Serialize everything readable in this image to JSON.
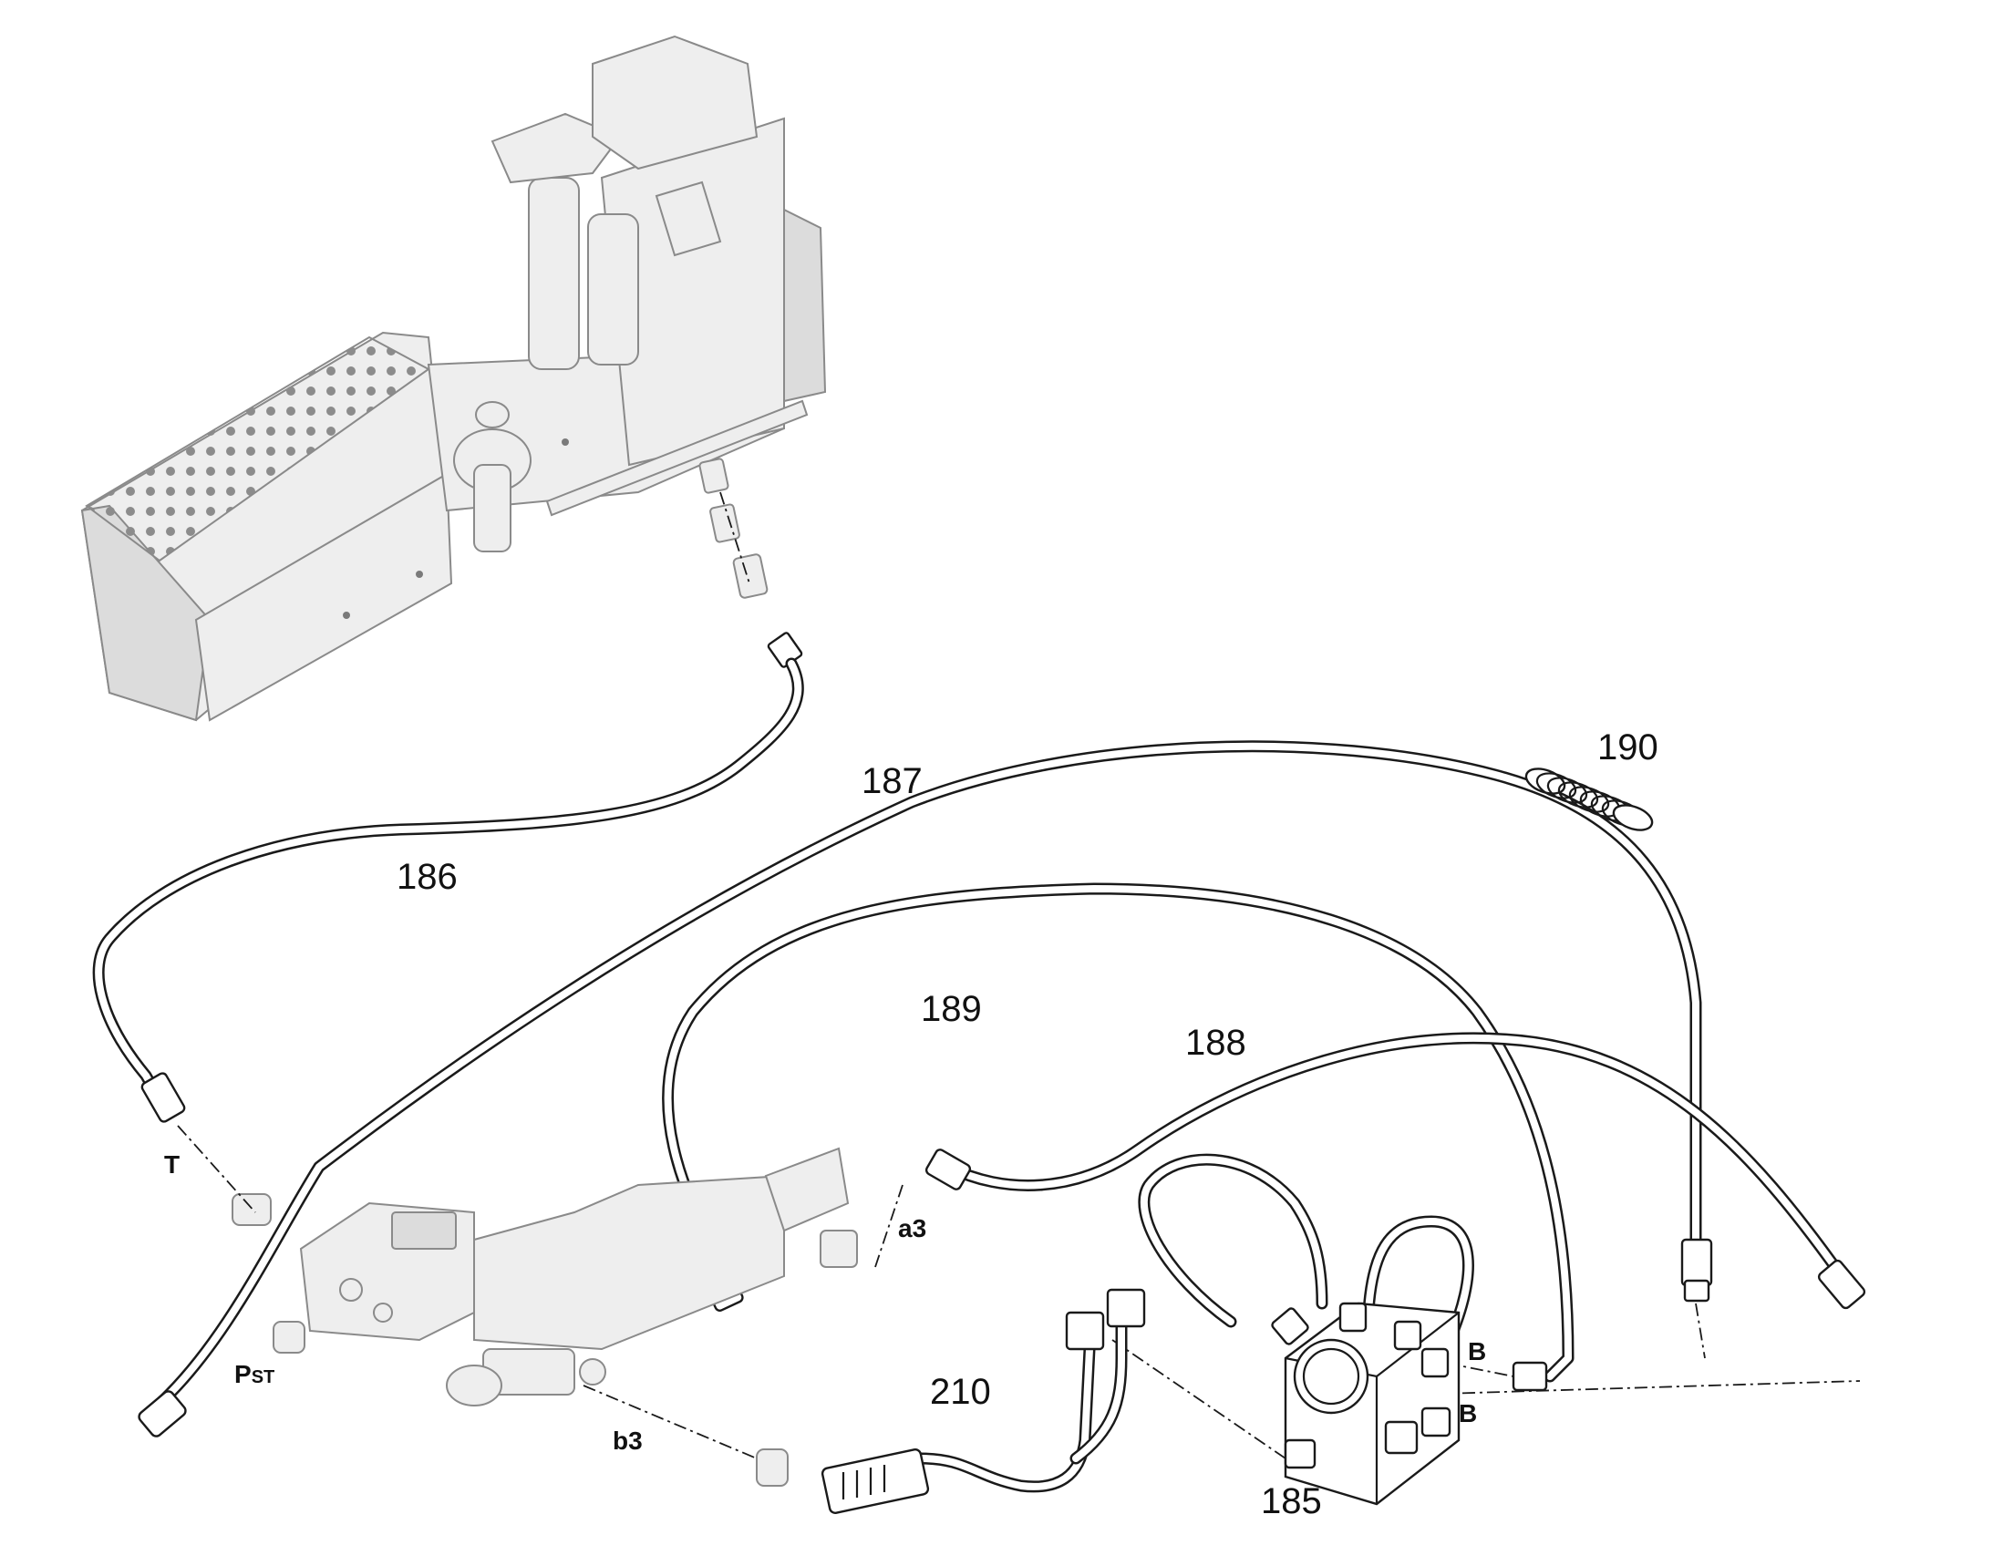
{
  "callouts": {
    "c185": "185",
    "c186": "186",
    "c187": "187",
    "c188": "188",
    "c189": "189",
    "c190": "190",
    "c210": "210"
  },
  "ports": {
    "t": "T",
    "pst_main": "P",
    "pst_sub": "ST",
    "a3": "a3",
    "b3": "b3",
    "b_upper": "B",
    "b_lower": "B"
  },
  "colors": {
    "line": "#1a1a1a",
    "ghosted_parts": "#8a8a8a",
    "background": "#ffffff"
  }
}
